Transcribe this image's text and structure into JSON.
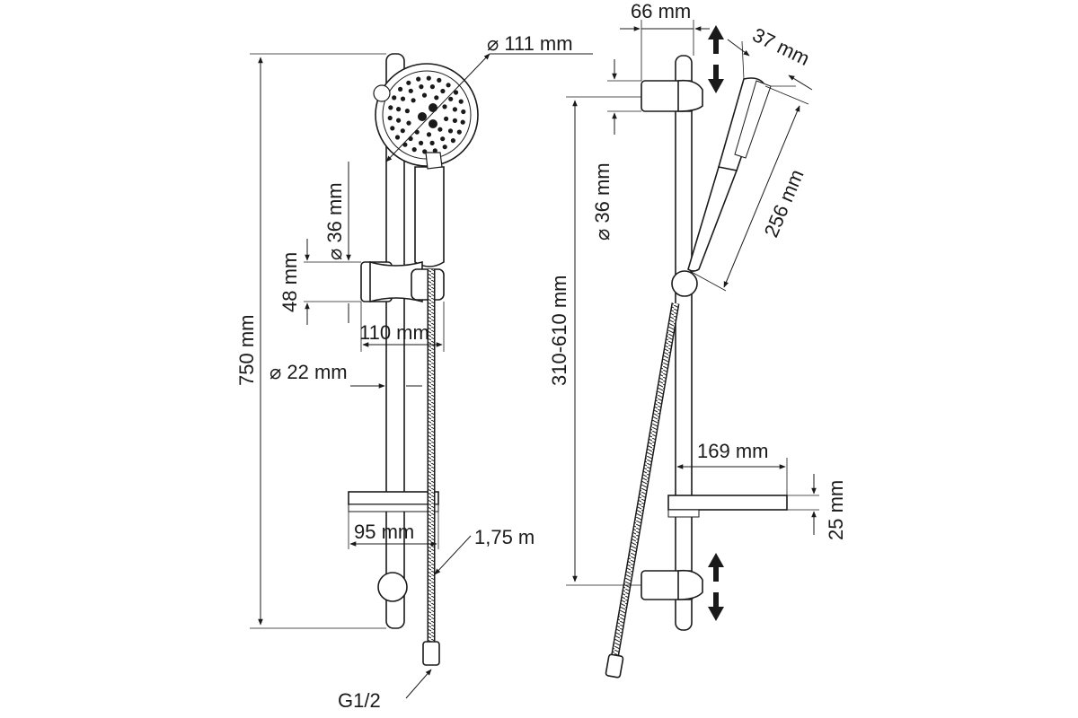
{
  "labels": {
    "spray_diameter": "⌀ 111 mm",
    "holder_diameter_front": "⌀ 36 mm",
    "holder_height": "48 mm",
    "holder_depth": "110 mm",
    "rail_diameter": "⌀ 22 mm",
    "total_height": "750 mm",
    "shelf_depth": "95 mm",
    "hose_length": "1,75 m",
    "connection": "G1/2",
    "bracket_depth": "66 mm",
    "head_thickness": "37 mm",
    "holder_diameter_side": "⌀ 36 mm",
    "head_length": "256 mm",
    "adjust_range": "310-610 mm",
    "shelf_length": "169 mm",
    "shelf_height": "25 mm"
  }
}
